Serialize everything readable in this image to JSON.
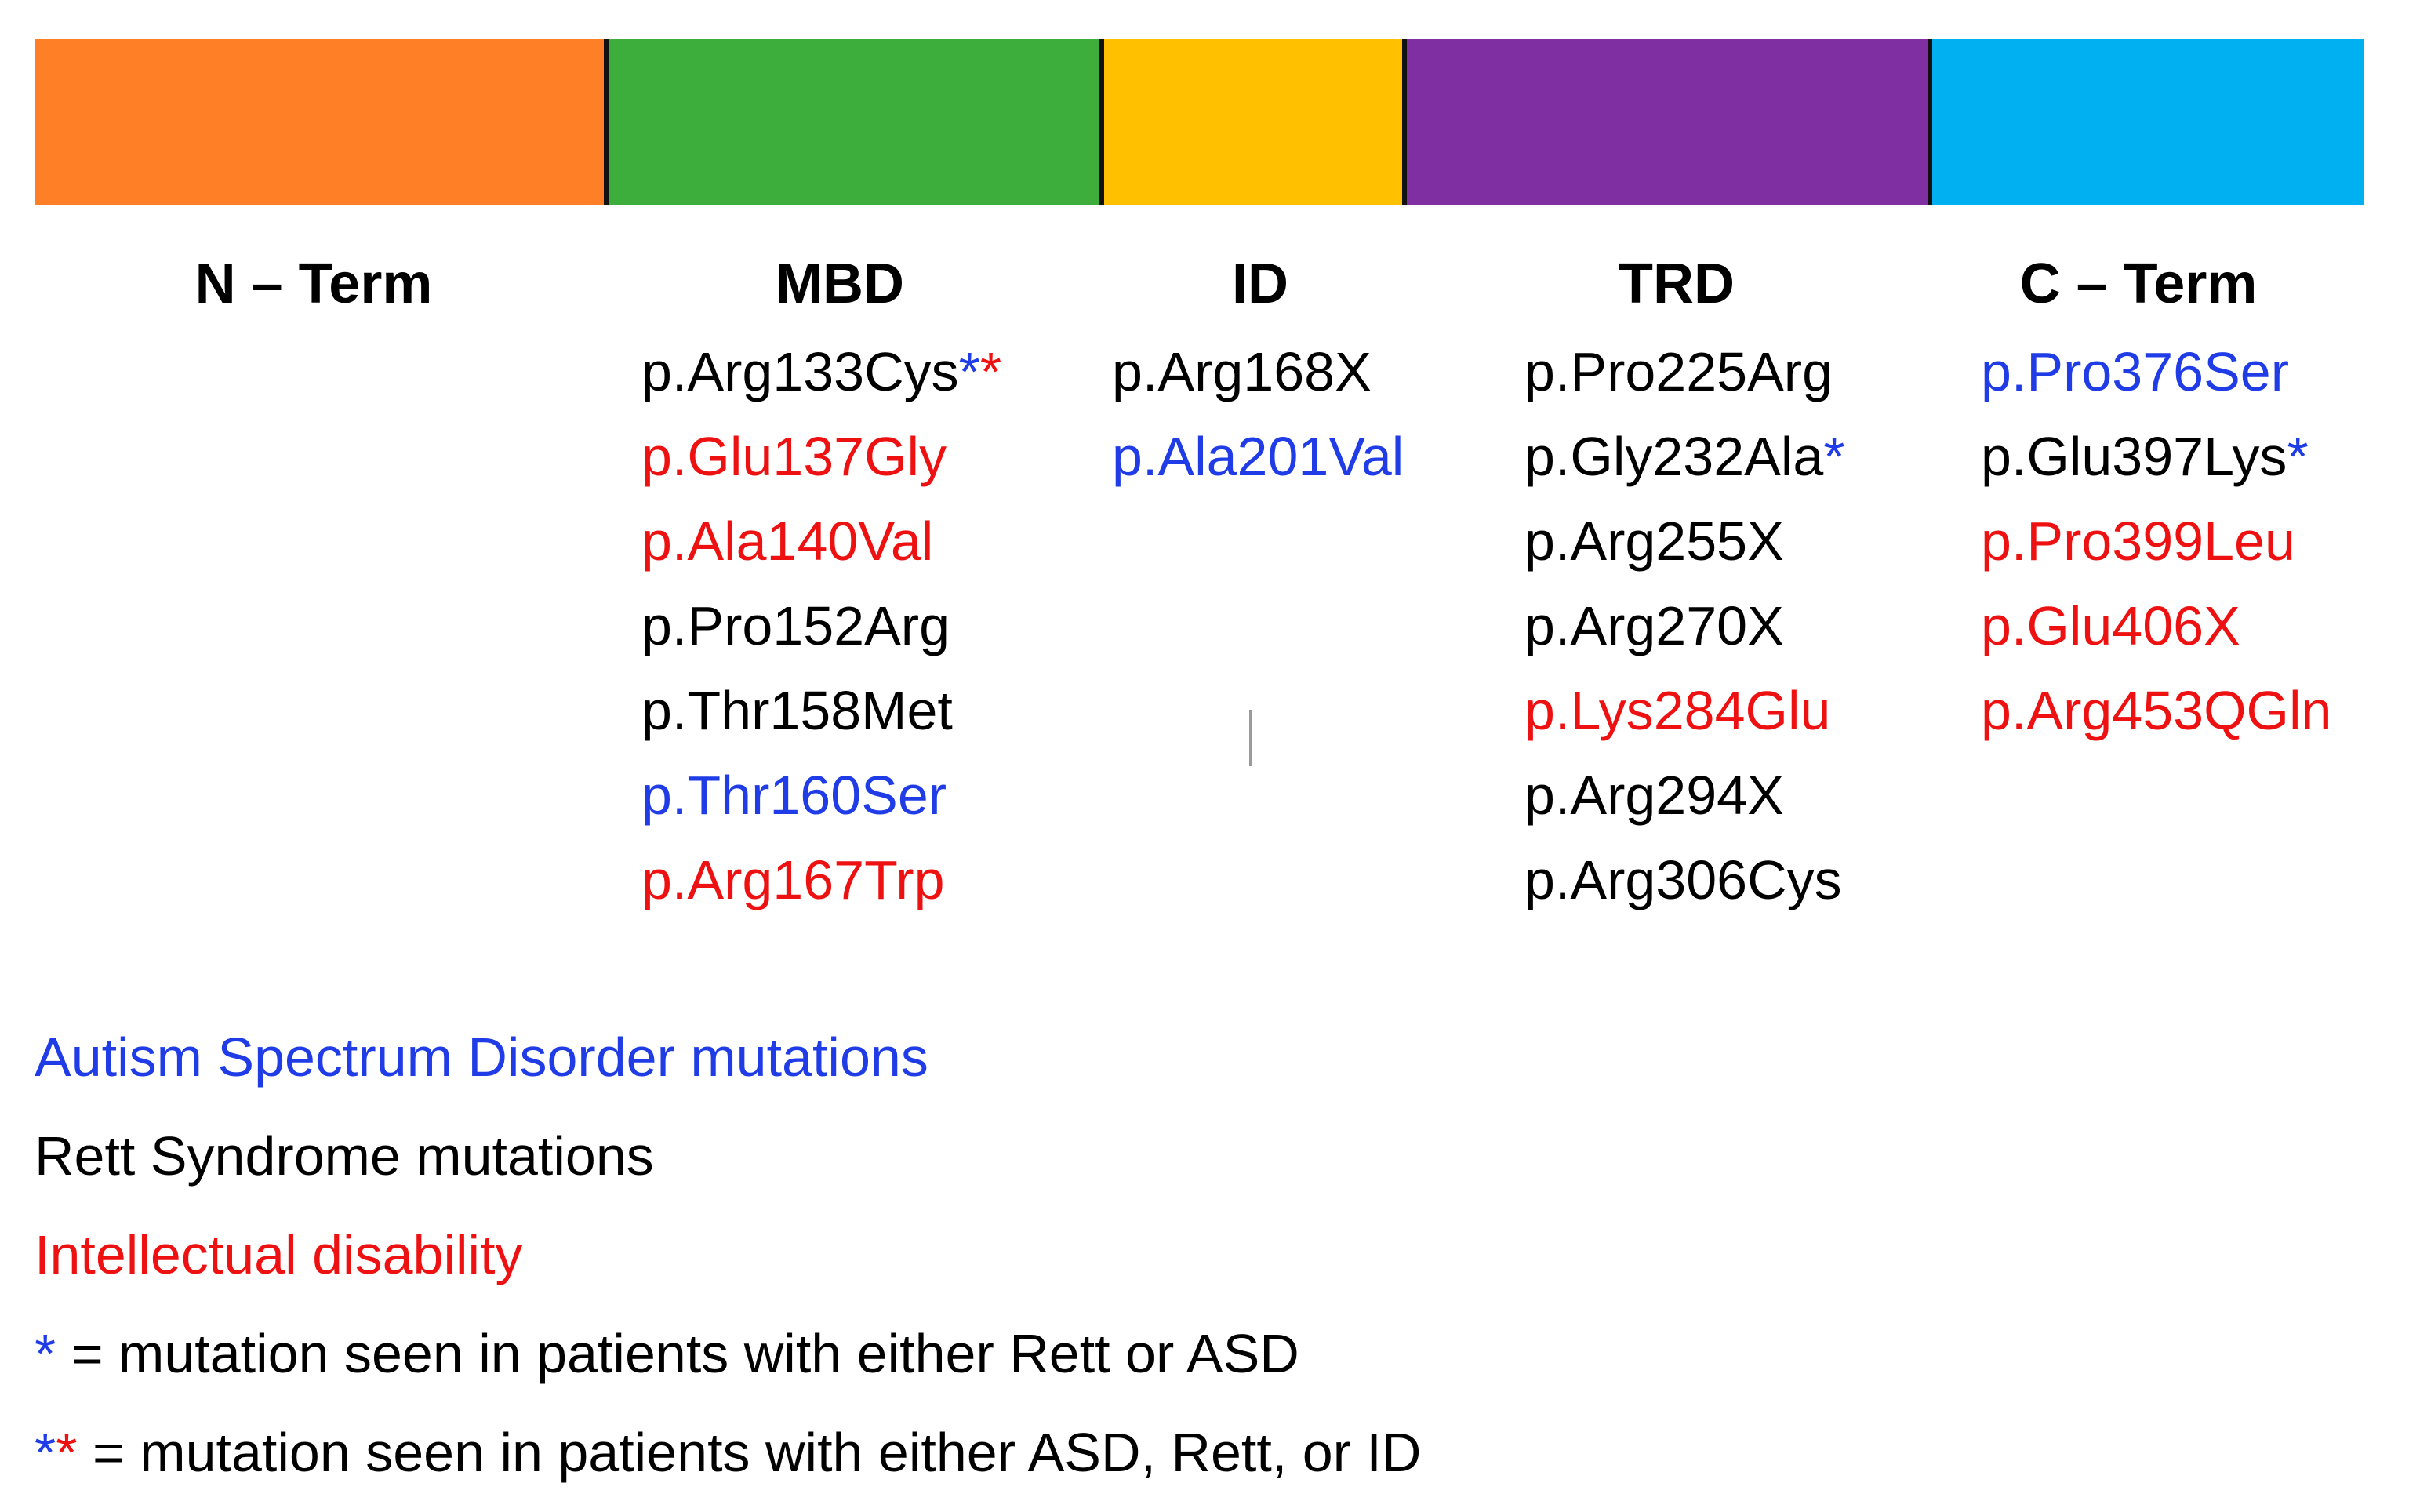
{
  "colors": {
    "n_term": "#FF7F27",
    "mbd": "#3DAE3B",
    "id": "#FFC000",
    "trd": "#7F2FA2",
    "c_term": "#00B0F0",
    "asd": "#1F3CE6",
    "rett": "#000000",
    "intellectual_disability": "#EE1111"
  },
  "domains": [
    {
      "key": "n_term",
      "title": "N – Term",
      "mutations": []
    },
    {
      "key": "mbd",
      "title": "MBD",
      "mutations": [
        {
          "text": "p.Arg133Cys",
          "class": "rett",
          "marks": "**"
        },
        {
          "text": "p.Glu137Gly",
          "class": "intellectual_disability",
          "marks": ""
        },
        {
          "text": "p.Ala140Val",
          "class": "intellectual_disability",
          "marks": ""
        },
        {
          "text": "p.Pro152Arg",
          "class": "rett",
          "marks": ""
        },
        {
          "text": "p.Thr158Met",
          "class": "rett",
          "marks": ""
        },
        {
          "text": "p.Thr160Ser",
          "class": "asd",
          "marks": ""
        },
        {
          "text": "p.Arg167Trp",
          "class": "intellectual_disability",
          "marks": ""
        }
      ]
    },
    {
      "key": "id",
      "title": "ID",
      "mutations": [
        {
          "text": "p.Arg168X",
          "class": "rett",
          "marks": ""
        },
        {
          "text": "p.Ala201Val",
          "class": "asd",
          "marks": ""
        }
      ]
    },
    {
      "key": "trd",
      "title": "TRD",
      "mutations": [
        {
          "text": "p.Pro225Arg",
          "class": "rett",
          "marks": ""
        },
        {
          "text": "p.Gly232Ala",
          "class": "rett",
          "marks": "*"
        },
        {
          "text": "p.Arg255X",
          "class": "rett",
          "marks": ""
        },
        {
          "text": "p.Arg270X",
          "class": "rett",
          "marks": ""
        },
        {
          "text": "p.Lys284Glu",
          "class": "intellectual_disability",
          "marks": ""
        },
        {
          "text": "p.Arg294X",
          "class": "rett",
          "marks": ""
        },
        {
          "text": "p.Arg306Cys",
          "class": "rett",
          "marks": ""
        }
      ]
    },
    {
      "key": "c_term",
      "title": "C – Term",
      "mutations": [
        {
          "text": "p.Pro376Ser",
          "class": "asd",
          "marks": ""
        },
        {
          "text": "p.Glu397Lys",
          "class": "rett",
          "marks": "*"
        },
        {
          "text": "p.Pro399Leu",
          "class": "intellectual_disability",
          "marks": ""
        },
        {
          "text": "p.Glu406X",
          "class": "intellectual_disability",
          "marks": ""
        },
        {
          "text": "p.Arg453QGln",
          "class": "intellectual_disability",
          "marks": ""
        }
      ]
    }
  ],
  "legend": {
    "asd": "Autism Spectrum Disorder mutations",
    "rett": "Rett Syndrome mutations",
    "intellectual_disability": "Intellectual disability",
    "single_star_marker": "*",
    "single_star_text": " = mutation seen in patients with either Rett or ASD",
    "double_star_marker_1": "*",
    "double_star_marker_2": "*",
    "double_star_text": " = mutation seen in patients with either ASD, Rett, or ID"
  }
}
